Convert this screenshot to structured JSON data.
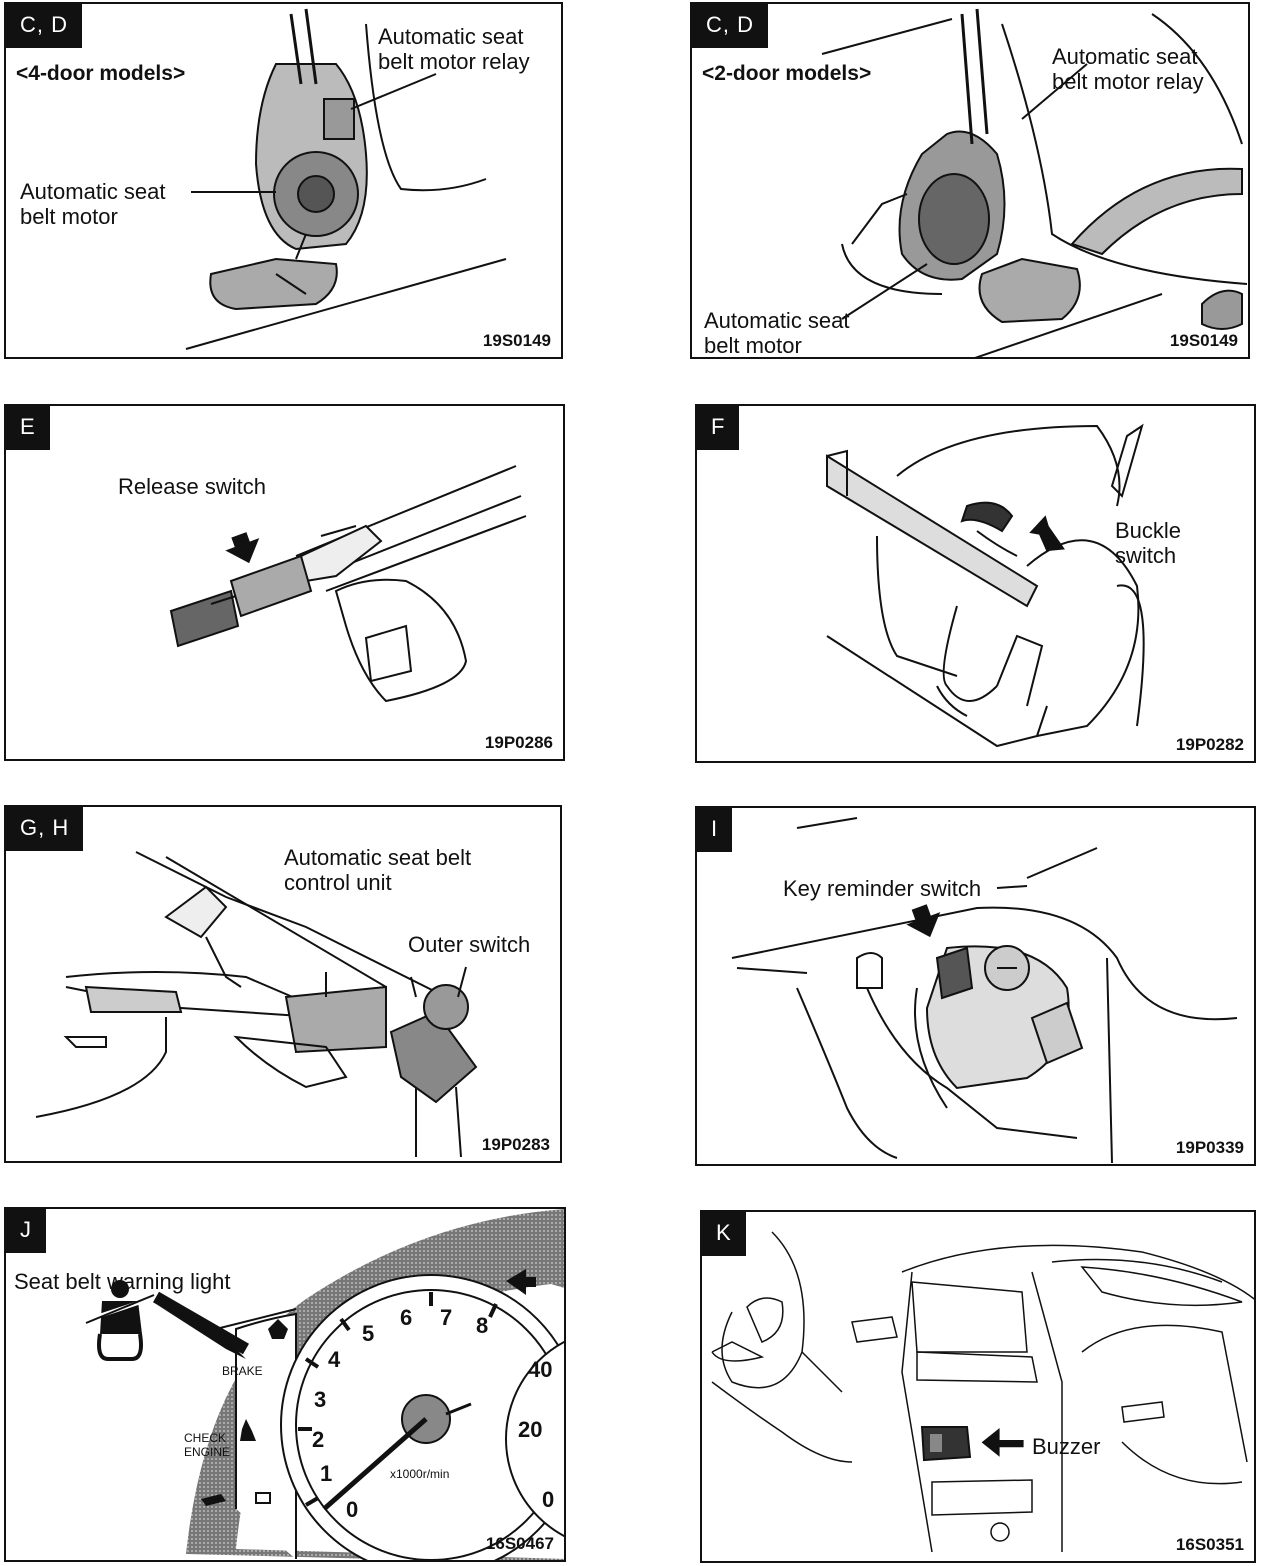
{
  "panels": [
    {
      "tag": "C, D",
      "subtitle": "<4-door models>",
      "labels": [
        "Automatic seat",
        "belt motor relay",
        "Automatic seat",
        "belt motor"
      ],
      "code": "19S0149"
    },
    {
      "tag": "C, D",
      "subtitle": "<2-door models>",
      "labels": [
        "Automatic seat",
        "belt motor relay",
        "Automatic seat",
        "belt motor"
      ],
      "code": "19S0149"
    },
    {
      "tag": "E",
      "labels": [
        "Release switch"
      ],
      "code": "19P0286"
    },
    {
      "tag": "F",
      "labels": [
        "Buckle",
        "switch"
      ],
      "code": "19P0282"
    },
    {
      "tag": "G, H",
      "labels": [
        "Automatic seat belt",
        "control unit",
        "Outer switch"
      ],
      "code": "19P0283"
    },
    {
      "tag": "I",
      "labels": [
        "Key reminder switch"
      ],
      "code": "19P0339"
    },
    {
      "tag": "J",
      "labels": [
        "Seat belt warning light"
      ],
      "gauge": {
        "tach_ticks": [
          "0",
          "1",
          "2",
          "3",
          "4",
          "5",
          "6",
          "7",
          "8"
        ],
        "speed_ticks": [
          "0",
          "20",
          "40"
        ],
        "unit": "x1000r/min",
        "brake": "BRAKE",
        "check_engine_1": "CHECK",
        "check_engine_2": "ENGINE"
      },
      "code": "16S0467"
    },
    {
      "tag": "K",
      "labels": [
        "Buzzer"
      ],
      "code": "16S0351"
    }
  ]
}
